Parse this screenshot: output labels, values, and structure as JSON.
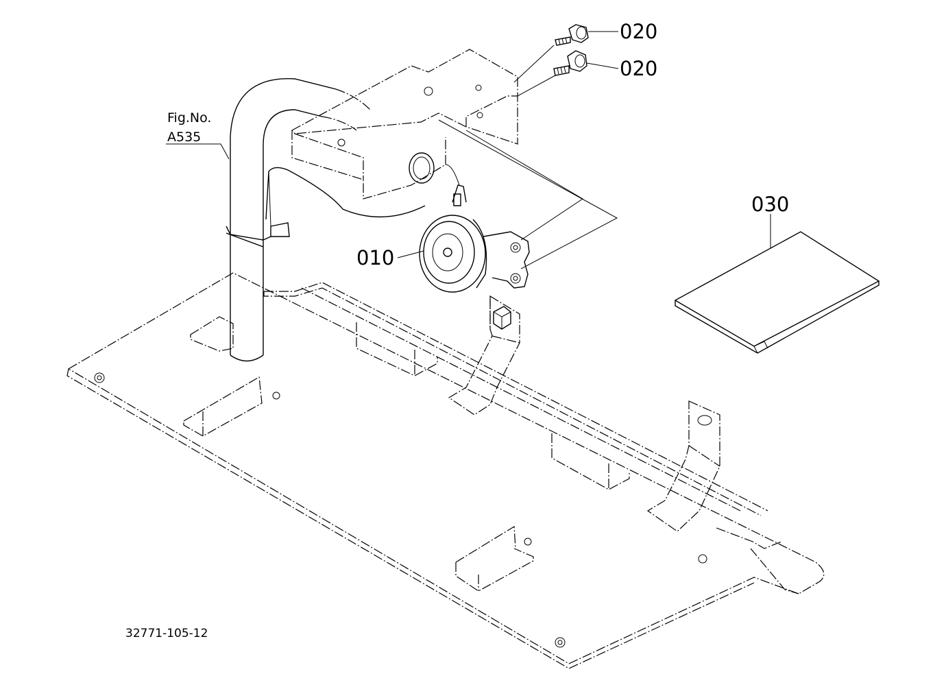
{
  "callouts": {
    "bolt_upper": "020",
    "bolt_lower": "020",
    "horn": "010",
    "manual": "030"
  },
  "figure_reference": {
    "line1": "Fig.No.",
    "line2": "A535"
  },
  "drawing_number": "32771-105-12"
}
